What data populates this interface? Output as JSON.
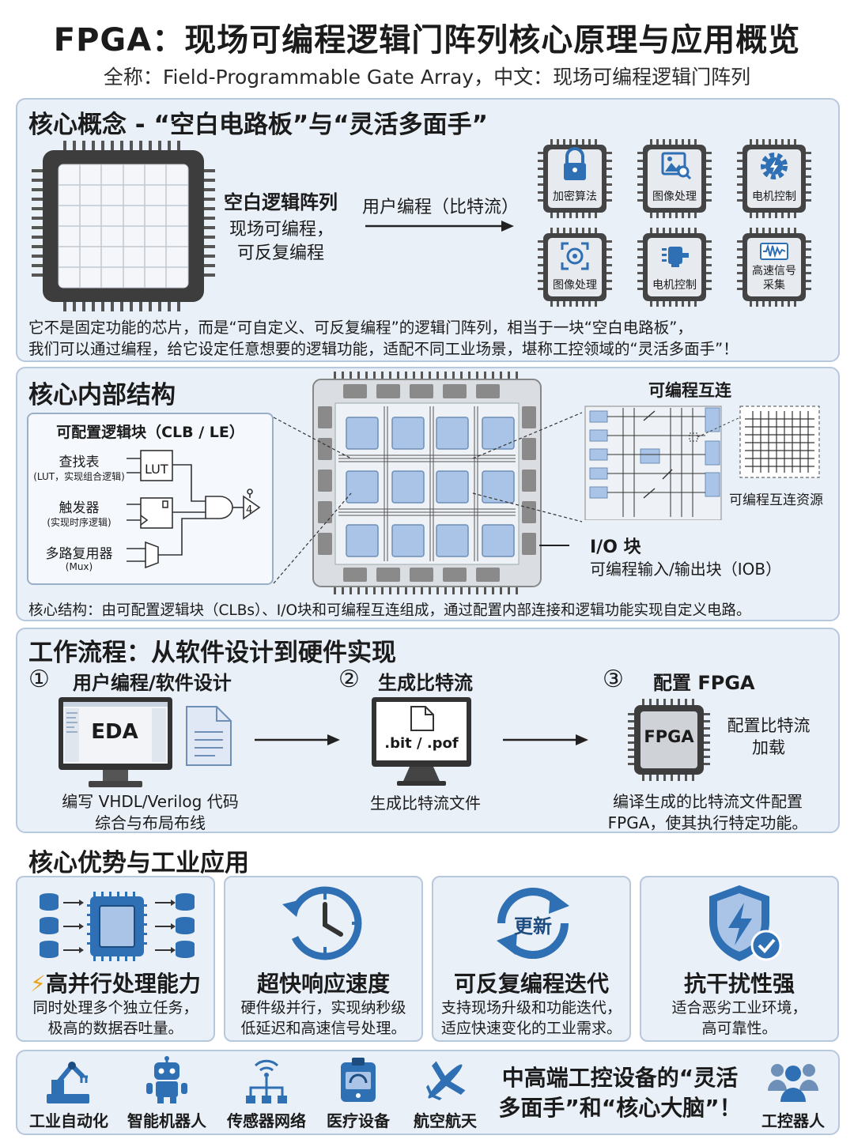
{
  "title": "FPGA：现场可编程逻辑门阵列核心原理与应用概览",
  "subtitle": "全称：Field-Programmable Gate Array，中文：现场可编程逻辑门阵列",
  "colors": {
    "accent": "#2f6fb3",
    "panel": "#eaf0f8",
    "border": "#b7c7dc",
    "chip": "#4a4a4a",
    "clb": "#a9c4e6"
  },
  "concept": {
    "heading": "核心概念 - “空白电路板”与“灵活多面手”",
    "blank_title": "空白逻辑阵列",
    "blank_line1": "现场可编程，",
    "blank_line2": "可反复编程",
    "arrow_label": "用户编程（比特流）",
    "apps": [
      {
        "label": "加密算法",
        "icon": "lock-icon"
      },
      {
        "label": "图像处理",
        "icon": "image-search-icon"
      },
      {
        "label": "电机控制",
        "icon": "gear-bolt-icon"
      },
      {
        "label": "图像处理",
        "icon": "camera-scan-icon"
      },
      {
        "label": "电机控制",
        "icon": "motor-icon"
      },
      {
        "label": "高速信号",
        "label2": "采集",
        "icon": "waveform-icon"
      }
    ],
    "desc_line1": "它不是固定功能的芯片，而是“可自定义、可反复编程”的逻辑门阵列，相当于一块“空白电路板”，",
    "desc_line2": "我们可以通过编程，给它设定任意想要的逻辑功能，适配不同工业场景，堪称工控领域的“灵活多面手”！"
  },
  "structure": {
    "heading": "核心内部结构",
    "clb_title": "可配置逻辑块（CLB / LE）",
    "lut_name": "查找表",
    "lut_desc": "(LUT，实现组合逻辑)",
    "lut_box": "LUT",
    "ff_name": "触发器",
    "ff_desc": "(实现时序逻辑)",
    "mux_name": "多路复用器",
    "mux_desc": "(Mux)",
    "gate_num": "4",
    "interconnect_title": "可编程互连",
    "interconnect_res": "可编程互连资源",
    "io_title": "I/O 块",
    "io_desc": "可编程输入/输出块（IOB）",
    "summary": "核心结构：由可配置逻辑块（CLBs）、I/O块和可编程互连组成，通过配置内部连接和逻辑功能实现自定义电路。"
  },
  "workflow": {
    "heading": "工作流程：从软件设计到硬件实现",
    "steps": [
      {
        "num": "①",
        "title": "用户编程/软件设计",
        "screen": "EDA",
        "desc1": "编写 VHDL/Verilog 代码",
        "desc2": "综合与布局布线"
      },
      {
        "num": "②",
        "title": "生成比特流",
        "screen": ".bit / .pof",
        "desc1": "生成比特流文件",
        "desc2": ""
      },
      {
        "num": "③",
        "title": "配置 FPGA",
        "screen": "FPGA",
        "side1": "配置比特流",
        "side2": "加载",
        "desc1": "编译生成的比特流文件配置",
        "desc2": "FPGA，使其执行特定功能。"
      }
    ]
  },
  "advantages": {
    "heading": "核心优势与工业应用",
    "items": [
      {
        "title": "高并行处理能力",
        "prefix": "⚡",
        "desc1": "同时处理多个独立任务，",
        "desc2": "极高的数据吞吐量。"
      },
      {
        "title": "超快响应速度",
        "desc1": "硬件级并行，实现纳秒级",
        "desc2": "低延迟和高速信号处理。"
      },
      {
        "title": "可反复编程迭代",
        "badge": "更新",
        "desc1": "支持现场升级和功能迭代，",
        "desc2": "适应快速变化的工业需求。"
      },
      {
        "title": "抗干扰性强",
        "desc1": "适合恶劣工业环境，",
        "desc2": "高可靠性。"
      }
    ]
  },
  "applications": {
    "items": [
      "工业自动化",
      "智能机器人",
      "传感器网络",
      "医疗设备",
      "航空航天"
    ],
    "slogan1": "中高端工控设备的“灵活",
    "slogan2": "多面手”和“核心大脑”！",
    "end_item": "工控器人"
  }
}
